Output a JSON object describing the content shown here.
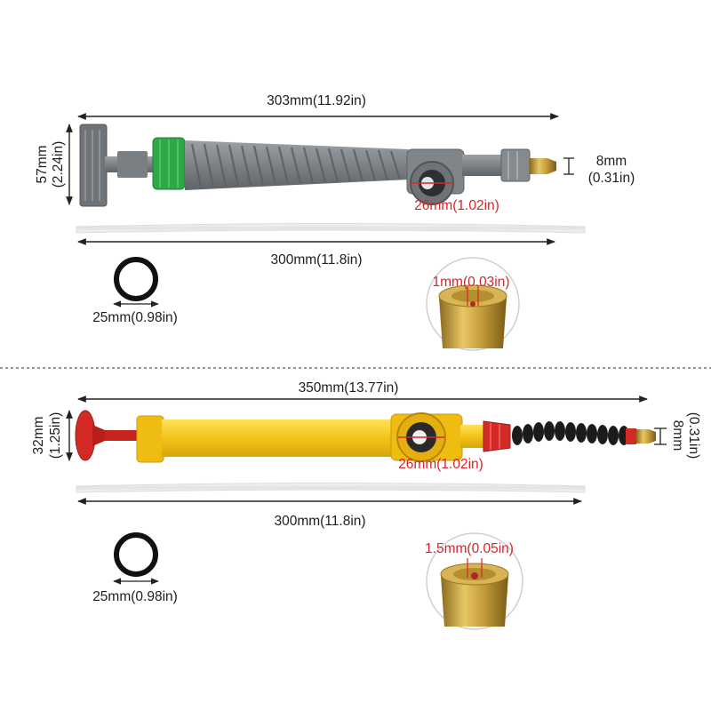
{
  "top_product": {
    "length_label": "303mm(11.92in)",
    "height_mm": "57mm",
    "height_in": "(2.24in)",
    "nozzle_mm": "8mm",
    "nozzle_in": "(0.31in)",
    "port_label": "26mm(1.02in)",
    "tube_label": "300mm(11.8in)",
    "oring_label": "25mm(0.98in)",
    "hole_label": "1mm(0.03in)",
    "body_color": "#7d8287",
    "collar_color": "#2fa84a"
  },
  "bottom_product": {
    "length_label": "350mm(13.77in)",
    "height_mm": "32mm",
    "height_in": "(1.25in)",
    "nozzle_mm": "8mm",
    "nozzle_in": "(0.31in)",
    "port_label": "26mm(1.02in)",
    "tube_label": "300mm(11.8in)",
    "oring_label": "25mm(0.98in)",
    "hole_label": "1.5mm(0.05in)",
    "body_color": "#f2c418",
    "handle_color": "#d42a25"
  }
}
